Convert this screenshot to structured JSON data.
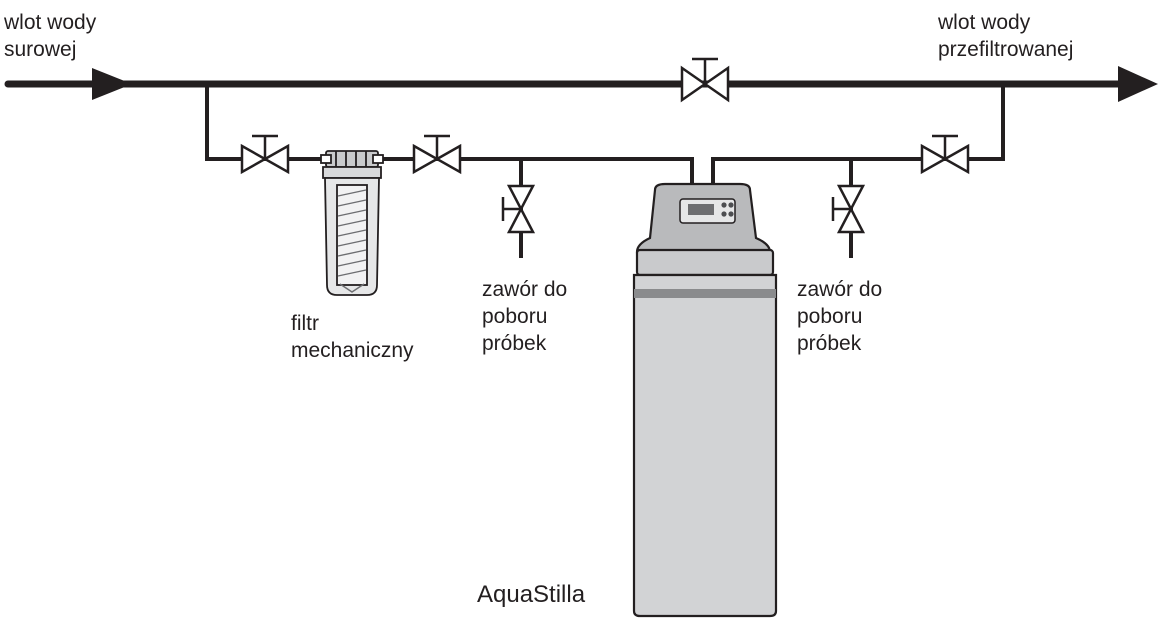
{
  "labels": {
    "inlet_raw": [
      "wlot wody",
      "surowej"
    ],
    "inlet_filtered": [
      "wlot wody",
      "przefiltrowanej"
    ],
    "mechanical_filter": [
      "filtr",
      "mechaniczny"
    ],
    "sample_valve_left": [
      "zawór do",
      "poboru",
      "próbek"
    ],
    "sample_valve_right": [
      "zawór do",
      "poboru",
      "próbek"
    ],
    "softener": "AquaStilla"
  },
  "icons": {
    "valve": "gate-valve-icon",
    "filter": "cartridge-filter-icon",
    "softener": "water-softener-icon",
    "flow": "flow-arrow-icon"
  },
  "colors": {
    "pipe": "#231f20",
    "unit_body": "#d2d3d5",
    "unit_top": "#b9babc",
    "unit_band": "#8a8b8d",
    "filter_body": "#e6e7e8"
  }
}
